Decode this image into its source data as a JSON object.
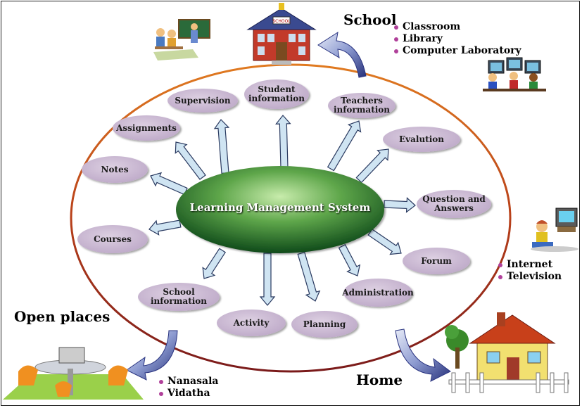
{
  "center": {
    "label": "Learning Management System"
  },
  "nodes": {
    "supervision": "Supervision",
    "student_information": "Student information",
    "teachers_information": "Teachers information",
    "assignments": "Assignments",
    "evalution": "Evalution",
    "notes": "Notes",
    "question_and_answers": "Question and Answers",
    "courses": "Courses",
    "forum": "Forum",
    "school_information": "School information",
    "administration": "Administration",
    "activity": "Activity",
    "planning": "Planning"
  },
  "places": {
    "school": {
      "label": "School",
      "items": [
        "Classroom",
        "Library",
        "Computer Laboratory"
      ]
    },
    "home": {
      "label": "Home",
      "items": [
        "Internet",
        "Television"
      ]
    },
    "open_places": {
      "label": "Open places",
      "items": [
        "Nanasala",
        "Vidatha"
      ]
    }
  },
  "colors": {
    "node_fill": "#c8b4d0",
    "center_dark": "#0f4a1a",
    "center_light": "#a8d98a",
    "ellipse_top": "#e07a20",
    "ellipse_bottom": "#7a1a1a",
    "bullet": "#b0409a",
    "curved_arrow": "#3a4aa0"
  },
  "icons": [
    "school-building-icon",
    "classroom-teacher-icon",
    "computer-lab-icon",
    "child-watching-tv-icon",
    "house-icon",
    "outdoor-table-icon"
  ]
}
